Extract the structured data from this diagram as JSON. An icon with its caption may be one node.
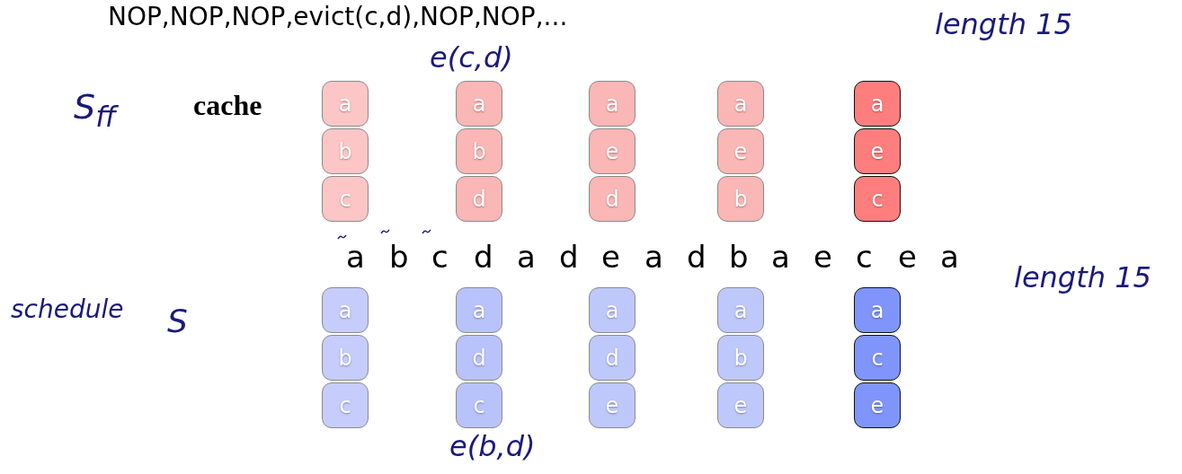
{
  "diagram": {
    "title": "NOP,NOP,NOP,evict(c,d),NOP,NOP,...",
    "nodes": [
      {
        "text": [
          "a"
        ]
      },
      {
        "text": [
          "b"
        ]
      },
      {
        "text": [
          "c"
        ]
      },
      {
        "text": [
          "a"
        ]
      },
      {
        "text": [
          "b"
        ]
      },
      {
        "text": [
          "d"
        ]
      },
      {
        "text": [
          "a"
        ]
      },
      {
        "text": [
          "e"
        ]
      },
      {
        "text": [
          "d"
        ]
      },
      {
        "text": [
          "a"
        ]
      },
      {
        "text": [
          "e"
        ]
      },
      {
        "text": [
          "b"
        ]
      },
      {
        "text": [
          "a"
        ]
      },
      {
        "text": [
          "e"
        ]
      },
      {
        "text": [
          "c"
        ]
      },
      {
        "text": [
          "a"
        ]
      },
      {
        "text": [
          "b"
        ]
      },
      {
        "text": [
          "c"
        ]
      },
      {
        "text": [
          "a"
        ]
      },
      {
        "text": [
          "d"
        ]
      },
      {
        "text": [
          "c"
        ]
      },
      {
        "text": [
          "a"
        ]
      },
      {
        "text": [
          "d"
        ]
      },
      {
        "text": [
          "e"
        ]
      },
      {
        "text": [
          "a"
        ]
      },
      {
        "text": [
          "b"
        ]
      },
      {
        "text": [
          "e"
        ]
      },
      {
        "text": [
          "a"
        ]
      },
      {
        "text": [
          "c"
        ]
      },
      {
        "text": [
          "e"
        ]
      }
    ],
    "labels": [
      "length 15",
      "e(c,d)",
      "S$_{ff}$",
      "cache",
      "a",
      "b",
      "c",
      "d",
      "a",
      "d",
      "e",
      "a",
      "d",
      "b",
      "a",
      "e",
      "c",
      "e",
      "a",
      "length 15",
      "schedule",
      "S",
      "e(b,d)"
    ]
  }
}
